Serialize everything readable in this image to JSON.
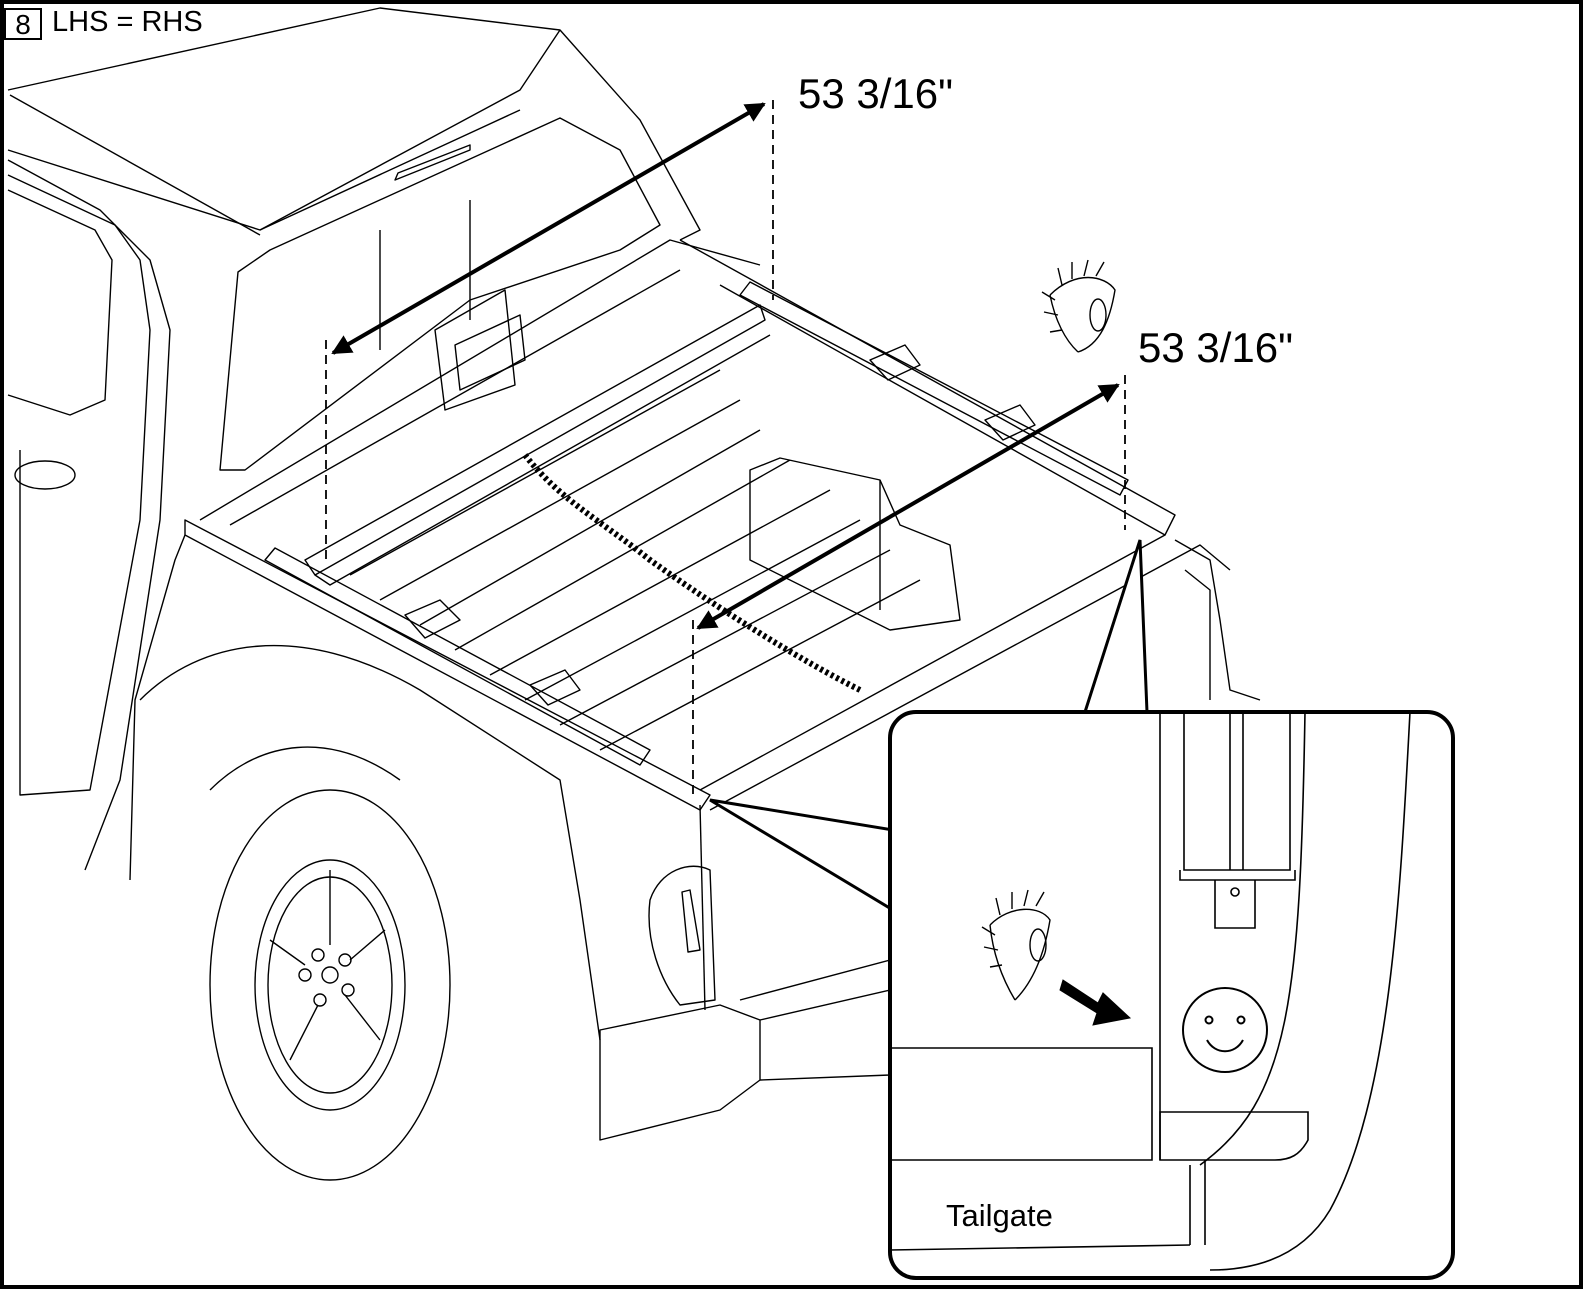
{
  "step": {
    "number": "8",
    "note": "LHS = RHS"
  },
  "dimensions": {
    "front": "53 3/16\"",
    "rear": "53 3/16\""
  },
  "detail": {
    "tailgate_label": "Tailgate"
  },
  "icons": [
    "eye-icon",
    "smiley-icon",
    "arrow-icon"
  ],
  "colors": {
    "line": "#000000",
    "background": "#ffffff"
  }
}
